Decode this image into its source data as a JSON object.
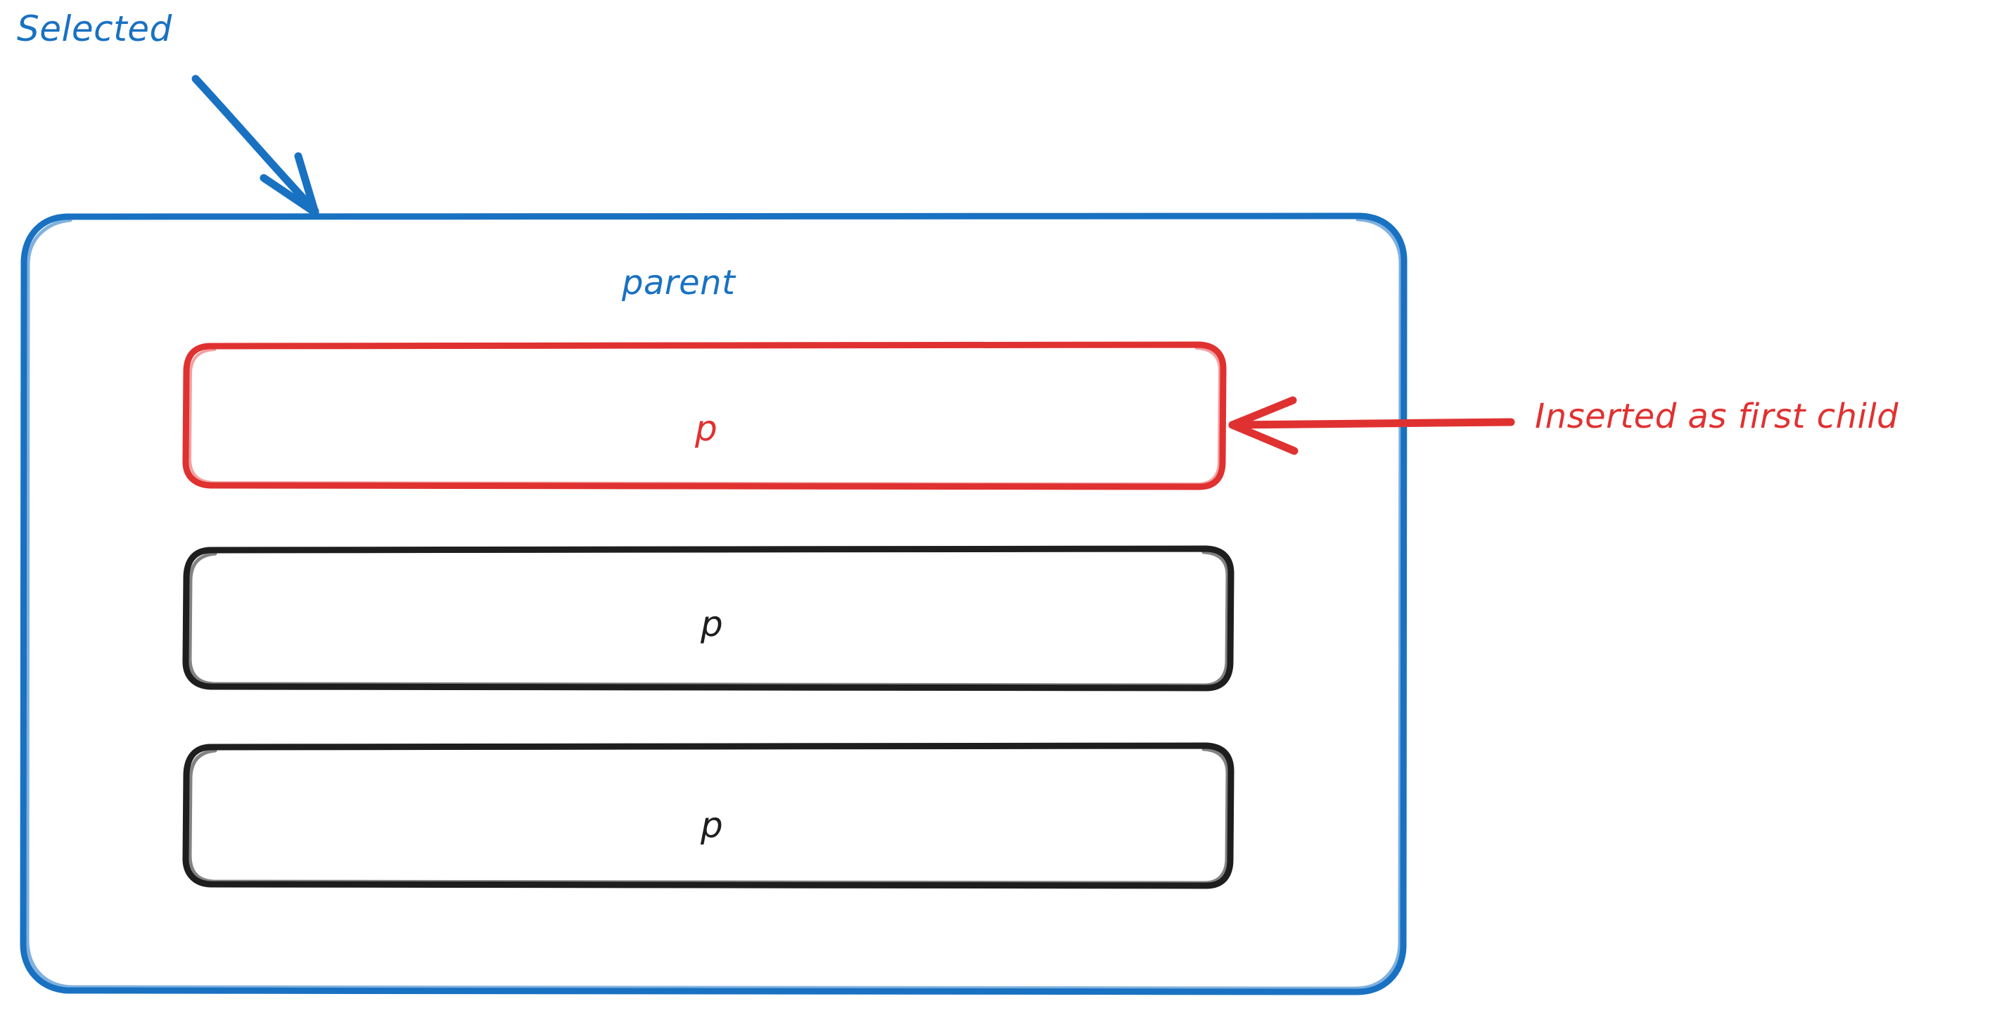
{
  "diagram": {
    "title": "DOM insertion diagram",
    "background": "#ffffff",
    "colors": {
      "blue": "#1971c2",
      "red": "#e03131",
      "black": "#1e1e1e"
    }
  },
  "annotations": {
    "selected": {
      "text": "Selected",
      "color": "#1971c2"
    },
    "inserted": {
      "text": "Inserted as first child",
      "color": "#e03131"
    }
  },
  "parent_container": {
    "label": "parent",
    "color": "#1971c2",
    "children": [
      {
        "label": "p",
        "color": "#e03131",
        "state": "inserted"
      },
      {
        "label": "p",
        "color": "#1e1e1e",
        "state": "existing"
      },
      {
        "label": "p",
        "color": "#1e1e1e",
        "state": "existing"
      }
    ]
  }
}
